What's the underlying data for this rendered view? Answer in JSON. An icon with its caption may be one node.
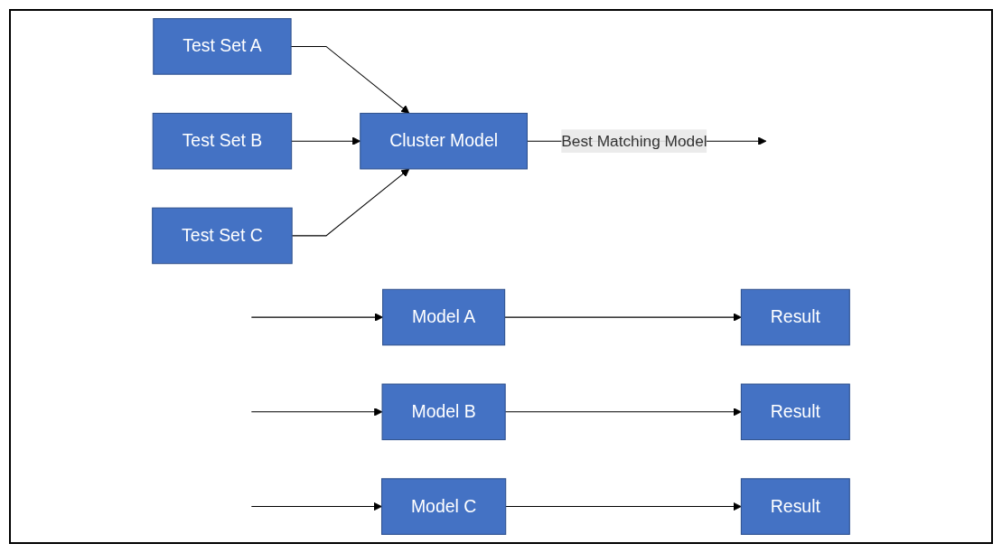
{
  "diagram": {
    "nodes": [
      {
        "text": [
          "Test Set A"
        ]
      },
      {
        "text": [
          "Test Set B"
        ]
      },
      {
        "text": [
          "Test Set C"
        ]
      },
      {
        "text": [
          "Cluster Model"
        ]
      },
      {
        "text": [
          "Model A"
        ]
      },
      {
        "text": [
          "Result"
        ]
      },
      {
        "text": [
          "Model B"
        ]
      },
      {
        "text": [
          "Result"
        ]
      },
      {
        "text": [
          "Model C"
        ]
      },
      {
        "text": [
          "Result"
        ]
      }
    ],
    "edges": [
      {
        "from": 0,
        "to": 3,
        "arrow": "to"
      },
      {
        "from": 1,
        "to": 3,
        "arrow": "to"
      },
      {
        "from": 2,
        "to": 3,
        "arrow": "to"
      },
      {
        "from": 3,
        "to": null,
        "label": "Best Matching Model",
        "arrow": "to"
      },
      {
        "from": null,
        "to": 4,
        "arrow": "to"
      },
      {
        "from": 4,
        "to": 5,
        "arrow": "to"
      },
      {
        "from": null,
        "to": 6,
        "arrow": "to"
      },
      {
        "from": 6,
        "to": 7,
        "arrow": "to"
      },
      {
        "from": null,
        "to": 8,
        "arrow": "to"
      },
      {
        "from": 8,
        "to": 9,
        "arrow": "to"
      }
    ]
  }
}
